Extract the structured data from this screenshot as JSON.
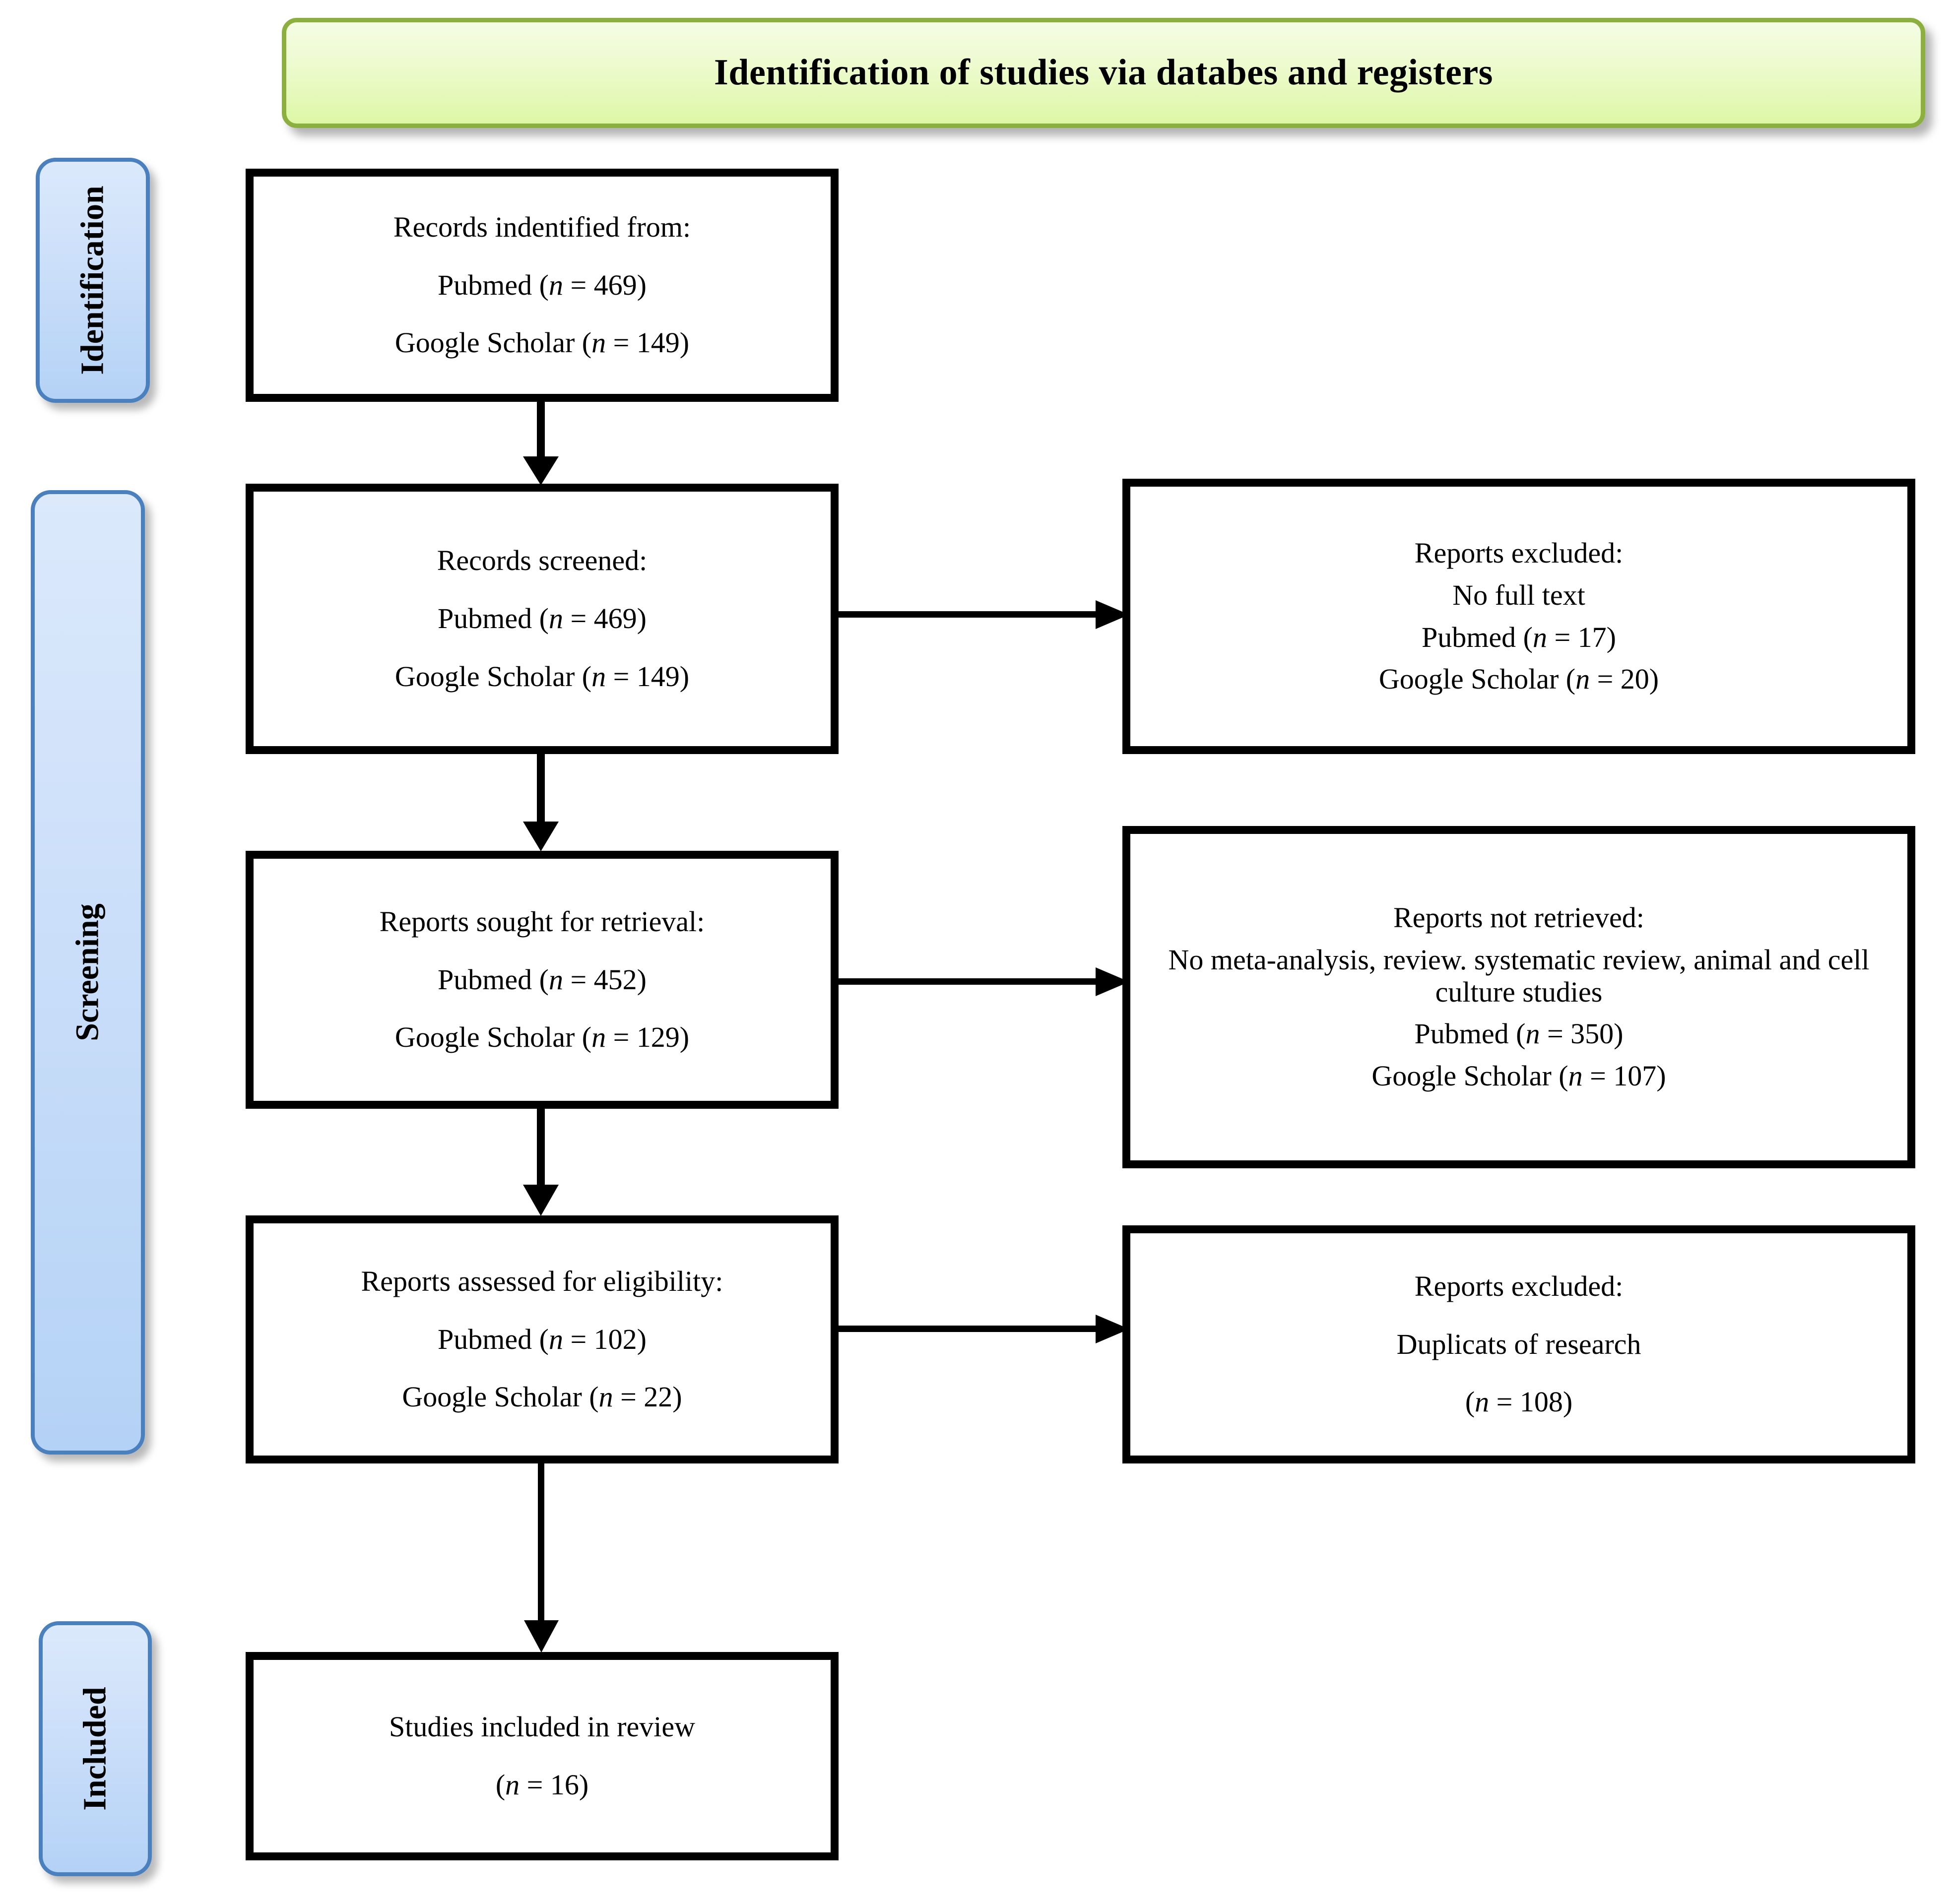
{
  "header": {
    "title": "Identification of studies via databes and registers"
  },
  "stages": [
    {
      "key": "identification",
      "label": "Identification"
    },
    {
      "key": "screening",
      "label": "Screening"
    },
    {
      "key": "included",
      "label": "Included"
    }
  ],
  "boxes": {
    "identified": {
      "title": "Records indentified from:",
      "pubmed": "Pubmed (n = 469)",
      "pubmed_label": "Pubmed (",
      "pubmed_n": "n",
      "pubmed_value": " = 469)",
      "scholar_label": "Google Scholar (",
      "scholar_n": "n",
      "scholar_value": " = 149)"
    },
    "screened": {
      "title": "Records screened:",
      "pubmed_label": "Pubmed (",
      "pubmed_n": "n",
      "pubmed_value": " = 469)",
      "scholar_label": "Google Scholar (",
      "scholar_n": "n",
      "scholar_value": " = 149)"
    },
    "excluded_1": {
      "title": "Reports excluded:",
      "reason": "No full text",
      "pubmed_label": "Pubmed (",
      "pubmed_n": "n",
      "pubmed_value": " = 17)",
      "scholar_label": "Google Scholar (",
      "scholar_n": "n",
      "scholar_value": " = 20)"
    },
    "sought": {
      "title": "Reports sought for retrieval:",
      "pubmed_label": "Pubmed (",
      "pubmed_n": "n",
      "pubmed_value": " = 452)",
      "scholar_label": "Google Scholar (",
      "scholar_n": "n",
      "scholar_value": " = 129)"
    },
    "not_retrieved": {
      "title": "Reports not retrieved:",
      "reason": "No meta-analysis, review. systematic review, animal and cell culture studies",
      "pubmed_label": "Pubmed (",
      "pubmed_n": "n",
      "pubmed_value": " = 350)",
      "scholar_label": "Google Scholar (",
      "scholar_n": "n",
      "scholar_value": " = 107)"
    },
    "assessed": {
      "title": "Reports assessed for eligibility:",
      "pubmed_label": "Pubmed (",
      "pubmed_n": "n",
      "pubmed_value": " = 102)",
      "scholar_label": "Google Scholar (",
      "scholar_n": "n",
      "scholar_value": " = 22)"
    },
    "excluded_2": {
      "title": "Reports excluded:",
      "reason": "Duplicats of research",
      "count_open": "(",
      "count_n": "n",
      "count_value": " = 108)"
    },
    "included": {
      "title": "Studies included in review",
      "count_open": "(",
      "count_n": "n",
      "count_value": " = 16)"
    }
  },
  "colors": {
    "stage_border": "#4a80bd",
    "stage_fill_top": "#dbe9fb",
    "stage_fill_bottom": "#b4d2f6",
    "header_border": "#8cb03f",
    "header_fill_top": "#f4fce4",
    "header_fill_bottom": "#ddf7a6",
    "box_border": "#000000",
    "box_fill": "#ffffff",
    "arrow": "#000000"
  },
  "arrows": [
    {
      "name": "identified-to-screened",
      "direction": "down"
    },
    {
      "name": "screened-to-sought",
      "direction": "down"
    },
    {
      "name": "sought-to-assessed",
      "direction": "down"
    },
    {
      "name": "assessed-to-included",
      "direction": "down"
    },
    {
      "name": "screened-to-excluded",
      "direction": "right"
    },
    {
      "name": "sought-to-not-retrieved",
      "direction": "right"
    },
    {
      "name": "assessed-to-excluded",
      "direction": "right"
    }
  ]
}
